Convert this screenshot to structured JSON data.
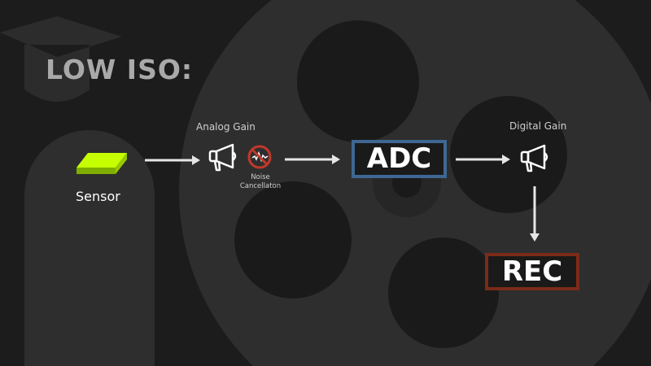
{
  "title": "LOW ISO:",
  "nodes": {
    "sensor": "Sensor",
    "analog_gain": "Analog Gain",
    "noise_cancellation": [
      "Noise",
      "Cancellaton"
    ],
    "adc": "ADC",
    "digital_gain": "Digital Gain",
    "rec": "REC"
  },
  "colors": {
    "sensor": "#b5f500",
    "adc_border": "#3e6893",
    "rec_border": "#7b2b18",
    "noise_icon": "#c0392b"
  }
}
